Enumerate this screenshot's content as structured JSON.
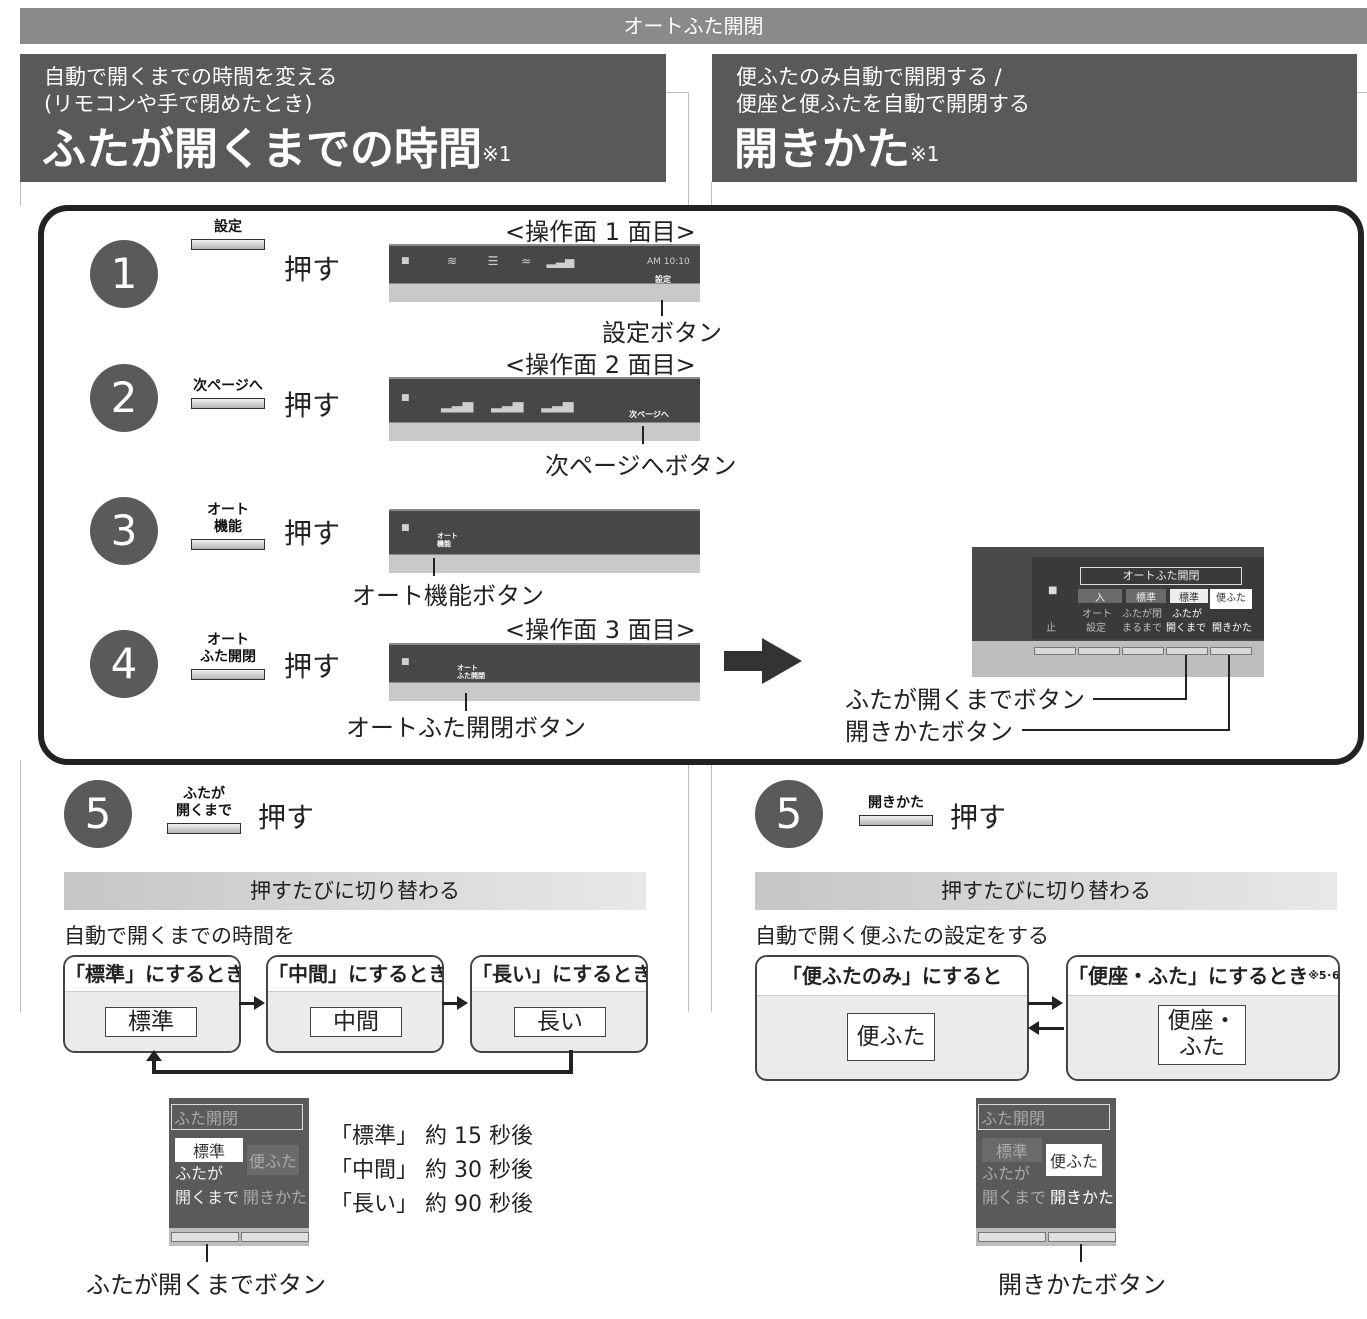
{
  "header": {
    "title": "オートふた開閉"
  },
  "left_section": {
    "subtitle_line1": "自動で開くまでの時間を変える",
    "subtitle_line2": "(リモコンや手で閉めたとき)",
    "title": "ふたが開くまでの時間",
    "note": "※1"
  },
  "right_section": {
    "subtitle_line1": "便ふたのみ自動で開閉する /",
    "subtitle_line2": "便座と便ふたを自動で開閉する",
    "title": "開きかた",
    "note": "※1"
  },
  "steps": [
    {
      "number": "1",
      "button_label": "設定",
      "action": "押す",
      "screen_label": "<操作面 1 面目>",
      "callout": "設定ボタン"
    },
    {
      "number": "2",
      "button_label": "次ページへ",
      "action": "押す",
      "screen_label": "<操作面 2 面目>",
      "callout": "次ページへボタン"
    },
    {
      "number": "3",
      "button_label_line1": "オート",
      "button_label_line2": "機能",
      "action": "押す",
      "callout": "オート機能ボタン"
    },
    {
      "number": "4",
      "button_label_line1": "オート",
      "button_label_line2": "ふた開閉",
      "action": "押す",
      "screen_label": "<操作面 3 面目>",
      "callout": "オートふた開閉ボタン"
    }
  ],
  "panel1": {
    "time": "AM 10:10",
    "settings": "設定"
  },
  "panel2": {
    "next": "次ページへ"
  },
  "panel3": {
    "line1": "オート",
    "line2": "機能"
  },
  "panel4": {
    "line1": "オート",
    "line2": "ふた開閉"
  },
  "result_panel": {
    "title": "オートふた開閉",
    "row1": [
      "入",
      "標準",
      "標準",
      "便ふた"
    ],
    "row2": [
      "オート",
      "ふたが閉",
      "ふたが"
    ],
    "row3": [
      "止",
      "設定",
      "まるまで",
      "開くまで",
      "開きかた"
    ],
    "callout1": "ふたが開くまでボタン",
    "callout2": "開きかたボタン"
  },
  "step5_left": {
    "number": "5",
    "button_label_line1": "ふたが",
    "button_label_line2": "開くまで",
    "action": "押す",
    "switch_note": "押すたびに切り替わる",
    "lead": "自動で開くまでの時間を",
    "options": [
      {
        "title": "「標準」にするとき",
        "value": "標準"
      },
      {
        "title": "「中間」にするとき",
        "value": "中間"
      },
      {
        "title": "「長い」にするとき",
        "value": "長い"
      }
    ],
    "mini_panel": {
      "header": "ふた開閉",
      "sel": "標準",
      "other": "便ふた",
      "l1": "ふたが",
      "l2": "開くまで",
      "l3": "開きかた"
    },
    "times": [
      "「標準」 約 15 秒後",
      "「中間」 約 30 秒後",
      "「長い」 約 90 秒後"
    ],
    "callout": "ふたが開くまでボタン"
  },
  "step5_right": {
    "number": "5",
    "button_label": "開きかた",
    "action": "押す",
    "switch_note": "押すたびに切り替わる",
    "lead": "自動で開く便ふたの設定をする",
    "options": [
      {
        "title": "「便ふたのみ」にすると",
        "value": "便ふた"
      },
      {
        "title": "「便座・ふた」にするとき",
        "note": "※5･6",
        "value_line1": "便座・",
        "value_line2": "ふた"
      }
    ],
    "mini_panel": {
      "header": "ふた開閉",
      "sel": "標準",
      "other": "便ふた",
      "l1": "ふたが",
      "l2": "開くまで",
      "l3": "開きかた"
    },
    "callout": "開きかたボタン"
  },
  "colors": {
    "header_gray": "#8a8a8a",
    "section_dark": "#595959",
    "step_circle": "#5a5a5a",
    "panel": "#474747"
  }
}
